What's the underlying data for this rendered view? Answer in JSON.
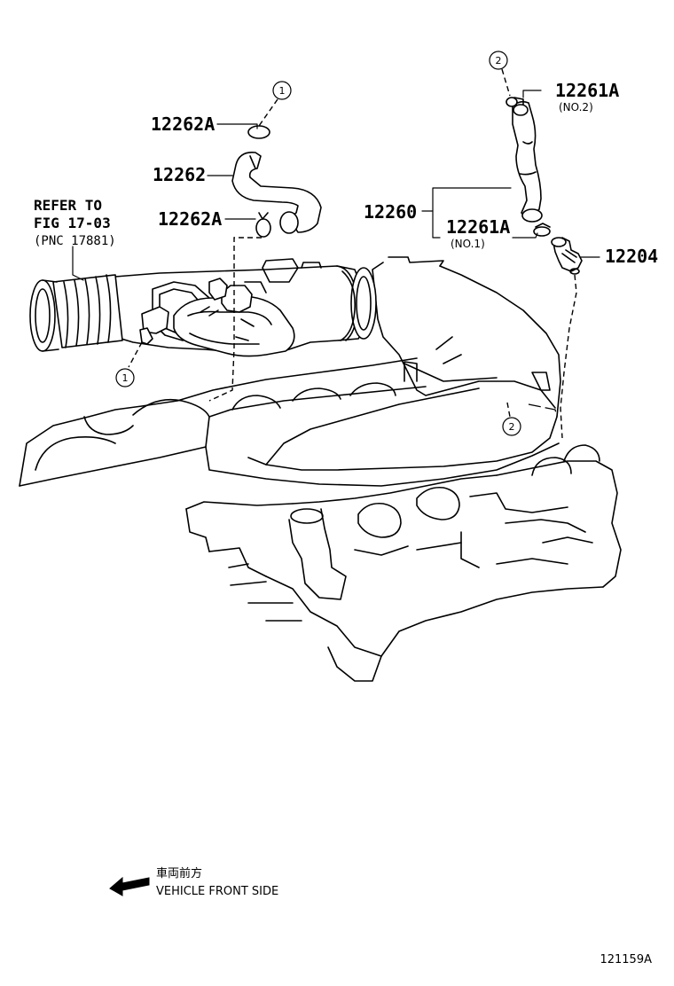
{
  "parts": {
    "p12262A_top": "12262A",
    "p12262": "12262",
    "p12262A_mid": "12262A",
    "p12261A_top": "12261A",
    "p12261A_top_sub": "(NO.2)",
    "p12260": "12260",
    "p12261A_mid": "12261A",
    "p12261A_mid_sub": "(NO.1)",
    "p12204": "12204"
  },
  "reference": {
    "line1": "REFER TO",
    "line2": "FIG 17-03",
    "line3": "(PNC 17881)"
  },
  "markers": {
    "one": "1",
    "two": "2"
  },
  "direction": {
    "japanese": "車両前方",
    "english": "VEHICLE FRONT SIDE"
  },
  "figure_code": "121159A"
}
